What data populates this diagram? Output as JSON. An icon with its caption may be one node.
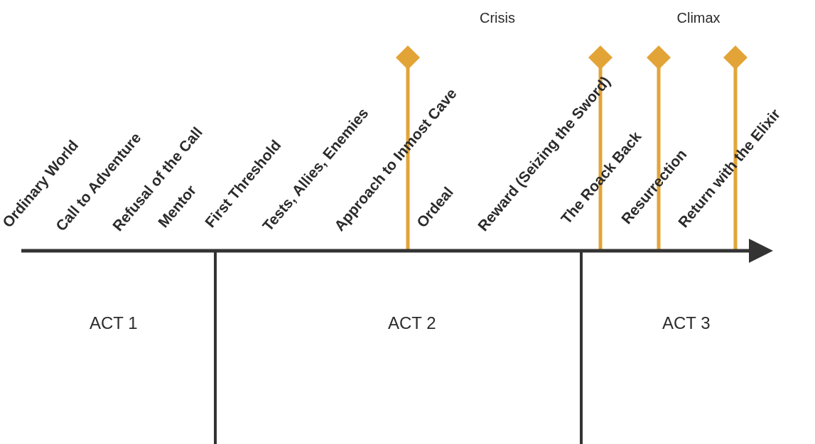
{
  "diagram": {
    "labels": [
      "Crisis",
      "Climax",
      "Ordinary World",
      "Call to Adventure",
      "Refusal of the Call",
      "Mentor",
      "First Threshold",
      "Tests, Allies, Enemies",
      "Approach to Inmost Cave",
      "Ordeal",
      "Reward (Seizing the Sword)",
      "The Roack Back",
      "Resurrection",
      "Return with the Elixir",
      "ACT 1",
      "ACT 2",
      "ACT 3"
    ]
  }
}
